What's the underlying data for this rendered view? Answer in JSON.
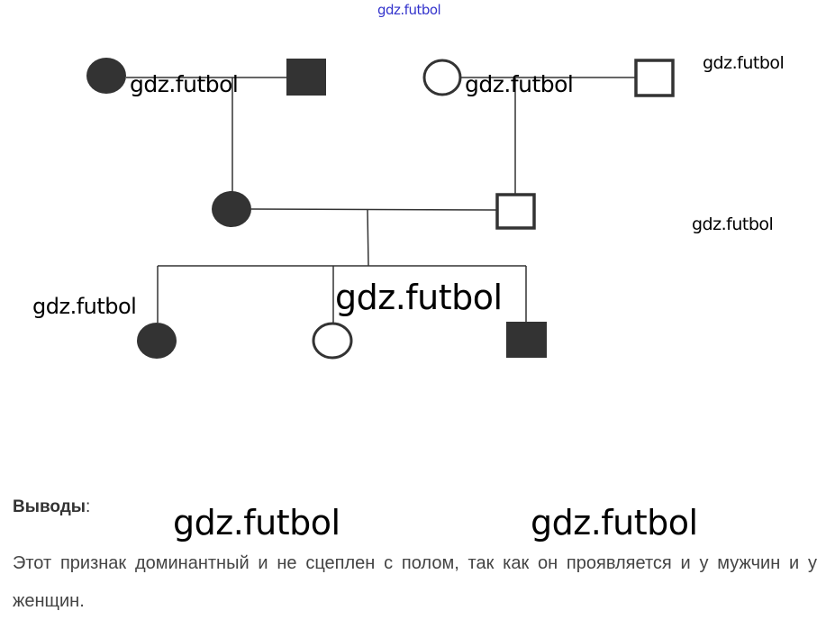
{
  "watermark": "gdz.futbol",
  "conclusions": {
    "heading": "Выводы",
    "colon": ":",
    "text": "Этот признак доминантный и не сцеплен с полом, так как он проявляется и у мужчин и у женщин."
  },
  "pedigree": {
    "generation_1": [
      {
        "sex": "female",
        "affected": true
      },
      {
        "sex": "male",
        "affected": true
      },
      {
        "sex": "female",
        "affected": false
      },
      {
        "sex": "male",
        "affected": false
      }
    ],
    "generation_2": [
      {
        "sex": "female",
        "affected": true
      },
      {
        "sex": "male",
        "affected": false
      }
    ],
    "generation_3": [
      {
        "sex": "female",
        "affected": true
      },
      {
        "sex": "female",
        "affected": false
      },
      {
        "sex": "male",
        "affected": true
      }
    ],
    "colors": {
      "affected": "#333333",
      "line": "#333333"
    }
  }
}
